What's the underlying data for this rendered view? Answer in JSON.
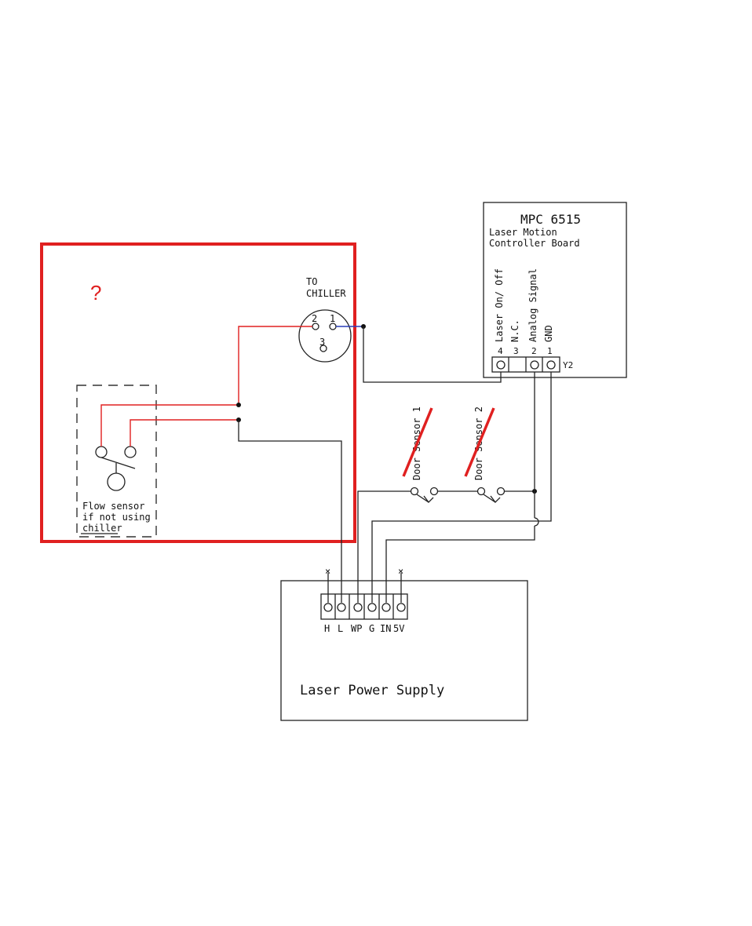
{
  "question_mark": "?",
  "chiller": {
    "label_line1": "TO",
    "label_line2": "CHILLER",
    "pin1": "1",
    "pin2": "2",
    "pin3": "3"
  },
  "flow_sensor": {
    "line1": "Flow sensor",
    "line2": "if not using",
    "line3": "chiller"
  },
  "controller": {
    "title": "MPC 6515",
    "subtitle_line1": "Laser Motion",
    "subtitle_line2": "Controller Board",
    "connector": "Y2",
    "pins": [
      {
        "num": "4",
        "label": "Laser On/ Off"
      },
      {
        "num": "3",
        "label": "N.C."
      },
      {
        "num": "2",
        "label": "Analog Signal"
      },
      {
        "num": "1",
        "label": "GND"
      }
    ]
  },
  "door_sensors": [
    {
      "label": "Door Sensor 1"
    },
    {
      "label": "Door Sensor 2"
    }
  ],
  "power_supply": {
    "title": "Laser Power Supply",
    "terminals": [
      "H",
      "L",
      "WP",
      "G",
      "IN",
      "5V"
    ],
    "unused_mark": "×"
  },
  "colors": {
    "highlight": "#e02020",
    "red_wire": "#e02020",
    "blue_wire": "#2a3fb8",
    "line": "#222222"
  }
}
